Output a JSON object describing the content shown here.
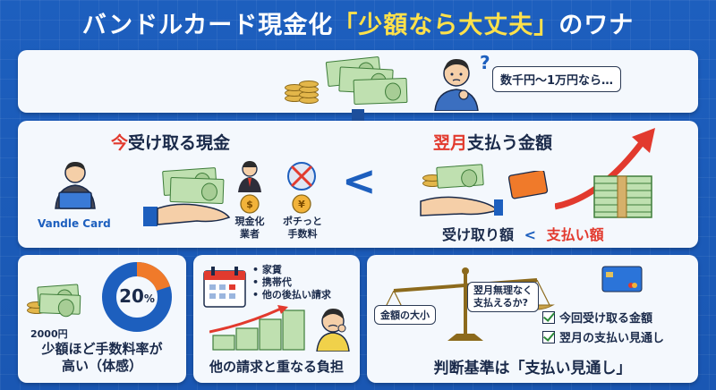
{
  "title": {
    "prefix": "バンドルカード現金化",
    "highlight": "「少額なら大丈夫」",
    "suffix": "のワナ"
  },
  "top_panel": {
    "question_mark": "?",
    "speech": "数千円〜1万円なら…"
  },
  "middle_panel": {
    "left_title_accent": "今",
    "left_title_rest": "受け取る現金",
    "card_label": "Vandle Card",
    "cash_fee_label": "現金化\n業者",
    "fee_label": "ポチっと\n手数料",
    "comparison_symbol": "<",
    "right_title_accent": "翌月",
    "right_title_rest": "支払う金額",
    "compare_left": "受け取り額",
    "compare_symbol": "<",
    "compare_right": "支払い額"
  },
  "bottom_left": {
    "amount_label": "2000円",
    "percent": "20",
    "percent_unit": "%",
    "fee_rate_ratio": 0.2,
    "caption": "少額ほど手数料率が\n高い（体感）"
  },
  "bottom_middle": {
    "items": [
      "家賃",
      "携帯代",
      "他の後払い請求"
    ],
    "caption": "他の請求と重なる負担"
  },
  "bottom_right": {
    "scale_left_label": "金額の大小",
    "scale_right_label": "翌月無理なく\n支払えるか?",
    "checks": [
      "今回受け取る金額",
      "翌月の支払い見通し"
    ],
    "caption": "判断基準は「支払い見通し」"
  },
  "colors": {
    "background": "#1d5fbe",
    "accent_yellow": "#ffe14a",
    "accent_red": "#e23a2e",
    "accent_blue": "#1d5fbe",
    "donut_orange": "#f07a2a"
  },
  "icons": [
    "money-bill-icon",
    "coin-stack-icon",
    "thinking-person-icon",
    "down-arrow-icon",
    "hand-icon",
    "credit-card-icon",
    "person-laptop-icon",
    "dealer-icon",
    "yen-coin-icon",
    "no-fee-icon",
    "up-trend-arrow-icon",
    "donut-chart-icon",
    "calendar-icon",
    "worried-person-icon",
    "balance-scale-icon",
    "checkbox-icon"
  ]
}
